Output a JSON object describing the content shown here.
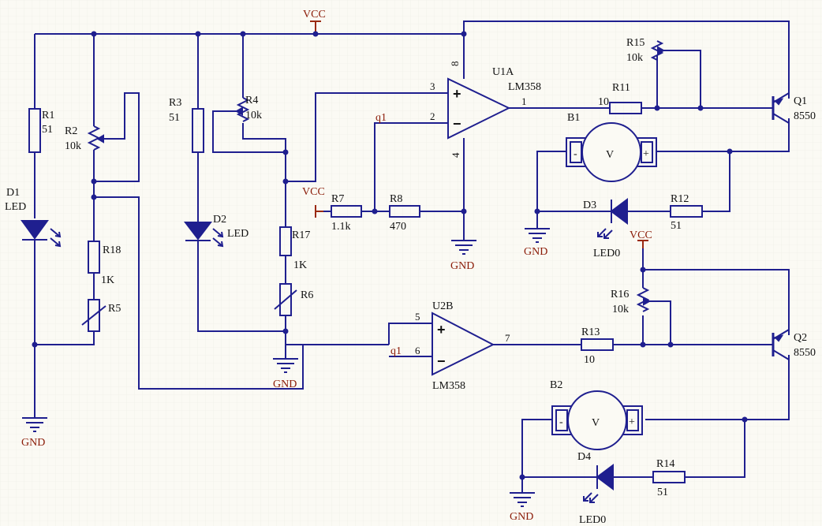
{
  "power": {
    "vcc_top": "VCC",
    "vcc_r7": "VCC",
    "vcc_r16": "VCC",
    "gnd": "GND",
    "net_q1": "q1"
  },
  "components": {
    "R1": {
      "ref": "R1",
      "value": "51"
    },
    "R2": {
      "ref": "R2",
      "value": "10k"
    },
    "R3": {
      "ref": "R3",
      "value": "51"
    },
    "R4": {
      "ref": "R4",
      "value": "10k"
    },
    "R5": {
      "ref": "R5"
    },
    "R6": {
      "ref": "R6"
    },
    "R7": {
      "ref": "R7",
      "value": "1.1k"
    },
    "R8": {
      "ref": "R8",
      "value": "470"
    },
    "R11": {
      "ref": "R11",
      "value": "10"
    },
    "R12": {
      "ref": "R12",
      "value": "51"
    },
    "R13": {
      "ref": "R13",
      "value": "10"
    },
    "R14": {
      "ref": "R14",
      "value": "51"
    },
    "R15": {
      "ref": "R15",
      "value": "10k"
    },
    "R16": {
      "ref": "R16",
      "value": "10k"
    },
    "R17": {
      "ref": "R17",
      "value": "1K"
    },
    "R18": {
      "ref": "R18",
      "value": "1K"
    },
    "D1": {
      "ref": "D1",
      "value": "LED"
    },
    "D2": {
      "ref": "D2",
      "value": "LED"
    },
    "D3": {
      "ref": "D3",
      "value": "LED0"
    },
    "D4": {
      "ref": "D4",
      "value": "LED0"
    },
    "U1A": {
      "ref": "U1A",
      "value": "LM358",
      "pins": [
        "3",
        "2",
        "1",
        "8",
        "4"
      ]
    },
    "U2B": {
      "ref": "U2B",
      "value": "LM358",
      "pins": [
        "5",
        "6",
        "7"
      ]
    },
    "Q1": {
      "ref": "Q1",
      "value": "8550"
    },
    "Q2": {
      "ref": "Q2",
      "value": "8550"
    },
    "B1": {
      "ref": "B1",
      "symbol": "V"
    },
    "B2": {
      "ref": "B2",
      "symbol": "V"
    }
  },
  "symbols": {
    "plus": "+",
    "minus": "−",
    "motor_minus": "-",
    "motor_plus": "+"
  },
  "colors": {
    "wire": "#1f1f8f",
    "power_label": "#8a1a06",
    "background": "#fbfaf4"
  }
}
